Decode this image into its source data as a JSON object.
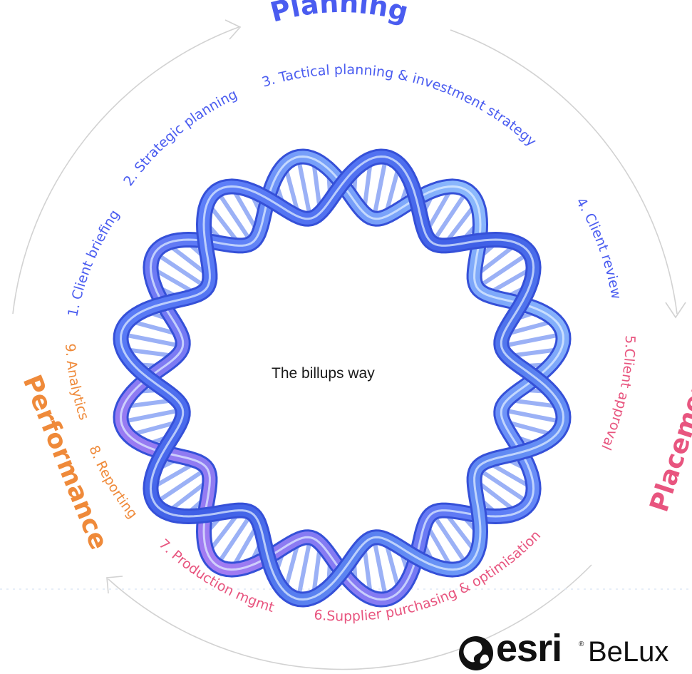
{
  "center_label": "The billups way",
  "phases": {
    "planning": {
      "label": "Planning",
      "color": "#4a5cf0"
    },
    "placement": {
      "label": "Placement",
      "color": "#e8557f"
    },
    "performance": {
      "label": "Performance",
      "color": "#ef8a3a"
    }
  },
  "steps": [
    {
      "label": "1. Client briefing",
      "group": "planning"
    },
    {
      "label": "2. Strategic planning",
      "group": "planning"
    },
    {
      "label": "3. Tactical planning & investment strategy",
      "group": "planning"
    },
    {
      "label": "4. Client review",
      "group": "planning"
    },
    {
      "label": "5.Client approval",
      "group": "placement"
    },
    {
      "label": "6.Supplier purchasing & optimisation",
      "group": "placement"
    },
    {
      "label": "7. Production mgmt",
      "group": "placement"
    },
    {
      "label": "8. Reporting",
      "group": "performance"
    },
    {
      "label": "9. Analytics",
      "group": "performance"
    }
  ],
  "logo": {
    "brand": "esri",
    "region": "BeLux",
    "tm": "®"
  }
}
